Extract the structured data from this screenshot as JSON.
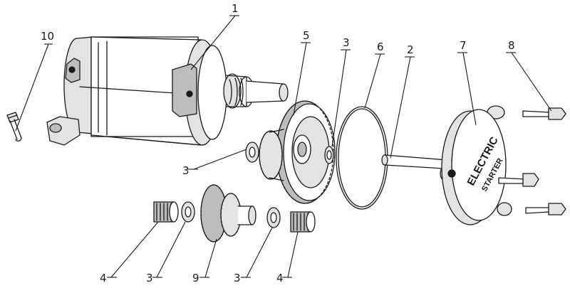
{
  "diagram": {
    "callouts": {
      "c1": "1",
      "c2": "2",
      "c3a": "3",
      "c3b": "3",
      "c3c": "3",
      "c3d": "3",
      "c4a": "4",
      "c4b": "4",
      "c5": "5",
      "c6": "6",
      "c7": "7",
      "c8": "8",
      "c9": "9",
      "c10": "10"
    },
    "cover_label_line1": "ELECTRIC",
    "cover_label_line2": "STARTER"
  }
}
